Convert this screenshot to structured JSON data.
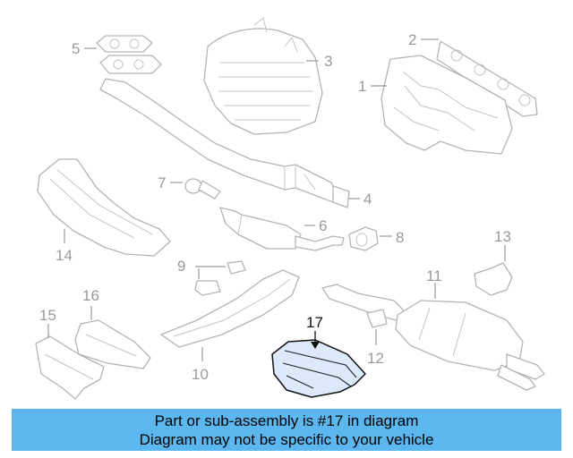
{
  "diagram": {
    "callouts": [
      "1",
      "2",
      "3",
      "4",
      "5",
      "6",
      "7",
      "8",
      "9",
      "10",
      "11",
      "12",
      "13",
      "14",
      "15",
      "16",
      "17"
    ],
    "highlighted_part": "17",
    "highlight_color": "#dbe9fb"
  },
  "banner": {
    "line1": "Part or sub-assembly is #17 in diagram",
    "line2": "Diagram may not be specific to your vehicle",
    "background": "#5bb7ee"
  }
}
